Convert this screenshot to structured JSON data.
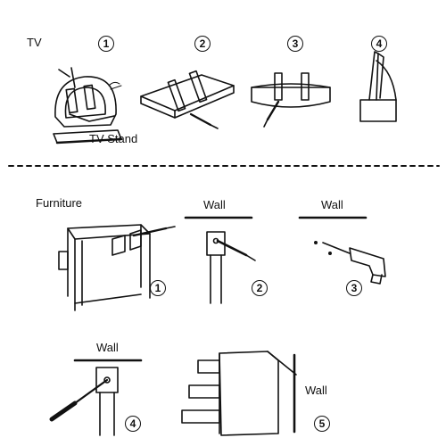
{
  "top": {
    "tv_label": "TV",
    "tv_stand_label": "TV Stand",
    "steps": [
      "1",
      "2",
      "3",
      "4"
    ]
  },
  "bottom": {
    "furniture_label": "Furniture",
    "wall_label_2": "Wall",
    "wall_label_3": "Wall",
    "wall_label_4": "Wall",
    "wall_label_5": "Wall",
    "steps": [
      "1",
      "2",
      "3",
      "4",
      "5"
    ]
  }
}
